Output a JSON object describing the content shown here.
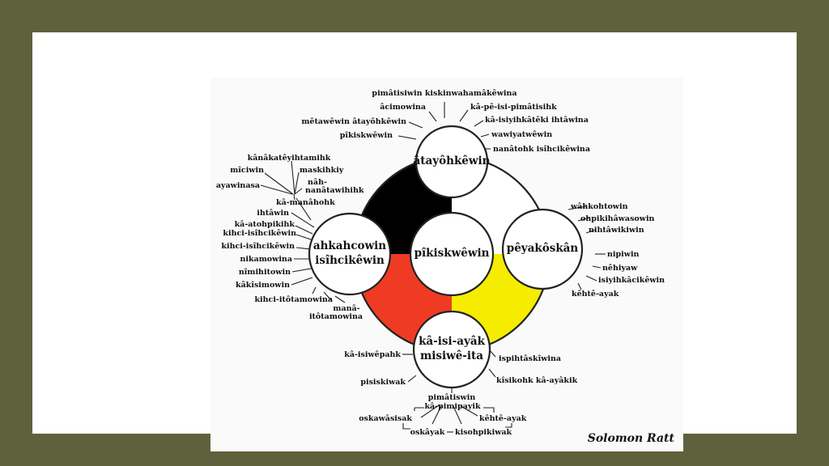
{
  "center": {
    "label": "pîkiskwêwin"
  },
  "north": {
    "label": "âtayôhkêwin",
    "items": [
      "pimâtisiwin kiskinwahamâkêwina",
      "âcimowina",
      "kâ-pê-isi-pimâtisihk",
      "mêtawêwin âtayôhkêwin",
      "kâ-isiyihkâtêki ihtâwina",
      "pîkiskwêwin",
      "wawiyatwêwin",
      "nanâtohk isîhcikêwina"
    ]
  },
  "west": {
    "label_line1": "ahkahcowin",
    "label_line2": "isîhcikêwin",
    "items": [
      "kânâkatêyihtamihk",
      "mîciwin",
      "maskihkiy",
      "ayawinasa",
      "nâh-",
      "nanâtawihihk",
      "kâ-manâhohk",
      "ihtâwin",
      "kâ-atohpikihk",
      "kihci-isîhcikêwin",
      "kihci-isîhcikêwin",
      "nikamowina",
      "nîmihitowin",
      "kâkîsimowin",
      "kihci-itôtamowina",
      "manâ-",
      "itôtamowina"
    ]
  },
  "east": {
    "label": "pêyakôskân",
    "items": [
      "wâhkohtowin",
      "ohpikihâwasowin",
      "nihtâwikiwin",
      "nipiwin",
      "nêhiyaw",
      "isiyihkâcikêwin",
      "kêhtê-ayak"
    ]
  },
  "south": {
    "label_line1": "kâ-isi-ayâk",
    "label_line2": "misiwê-ita",
    "items": [
      "kâ-isiwêpahk",
      "ispihtâskîwina",
      "pisiskiwak",
      "kîsikohk kâ-ayâkik",
      "pimâtiswin",
      "kâ-pimipayik",
      "oskawâsisak",
      "kêhtê-ayak",
      "oskâyak",
      "kisohpikiwak"
    ]
  },
  "quadrant_colors": {
    "top_left": "#000000",
    "top_right": "#ffffff",
    "bottom_right": "#f6ec00",
    "bottom_left": "#ef3b24"
  },
  "signature": "Solomon Ratt"
}
